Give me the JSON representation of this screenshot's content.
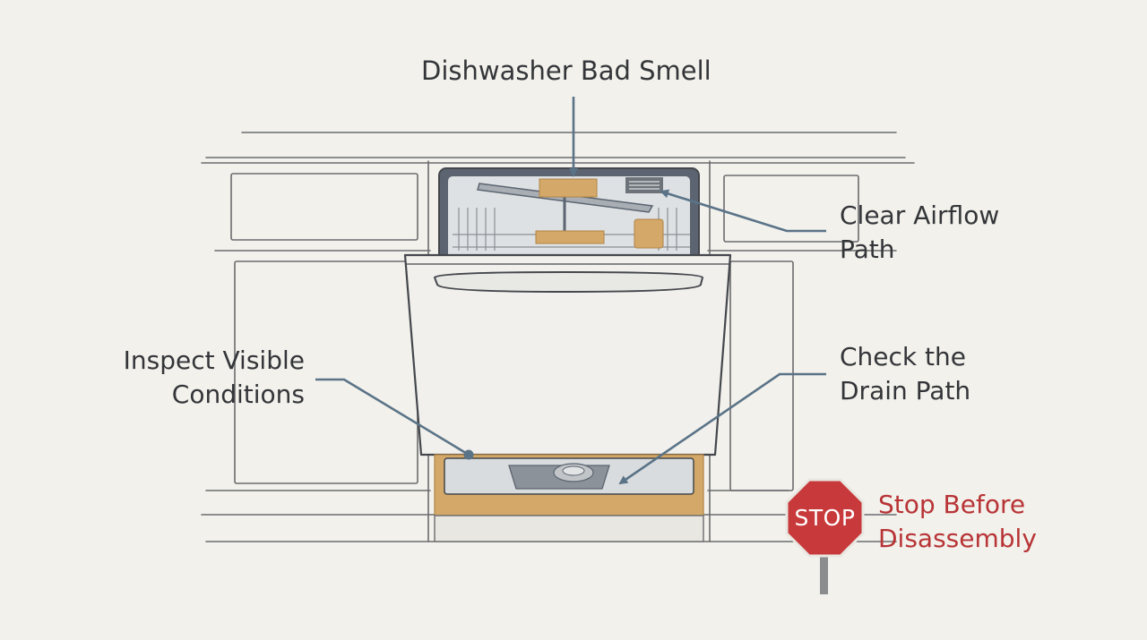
{
  "colors": {
    "background": "#f2f1ec",
    "sketch_line": "#44474c",
    "cabinet_line": "#6b6c6e",
    "callout_arrow": "#5a7387",
    "accent_wood": "#d3a868",
    "stop_red": "#c8393b",
    "label": "#333538",
    "warning": "#b83436"
  },
  "title": "Dishwasher Bad Smell",
  "callouts": {
    "airflow": {
      "line1": "Clear Airflow",
      "line2": "Path"
    },
    "inspect": {
      "line1": "Inspect Visible",
      "line2": "Conditions"
    },
    "drain": {
      "line1": "Check the",
      "line2": "Drain Path"
    }
  },
  "warning": {
    "sign_text": "STOP",
    "line1": "Stop Before",
    "line2": "Disassembly",
    "icon": "stop-sign-icon"
  }
}
